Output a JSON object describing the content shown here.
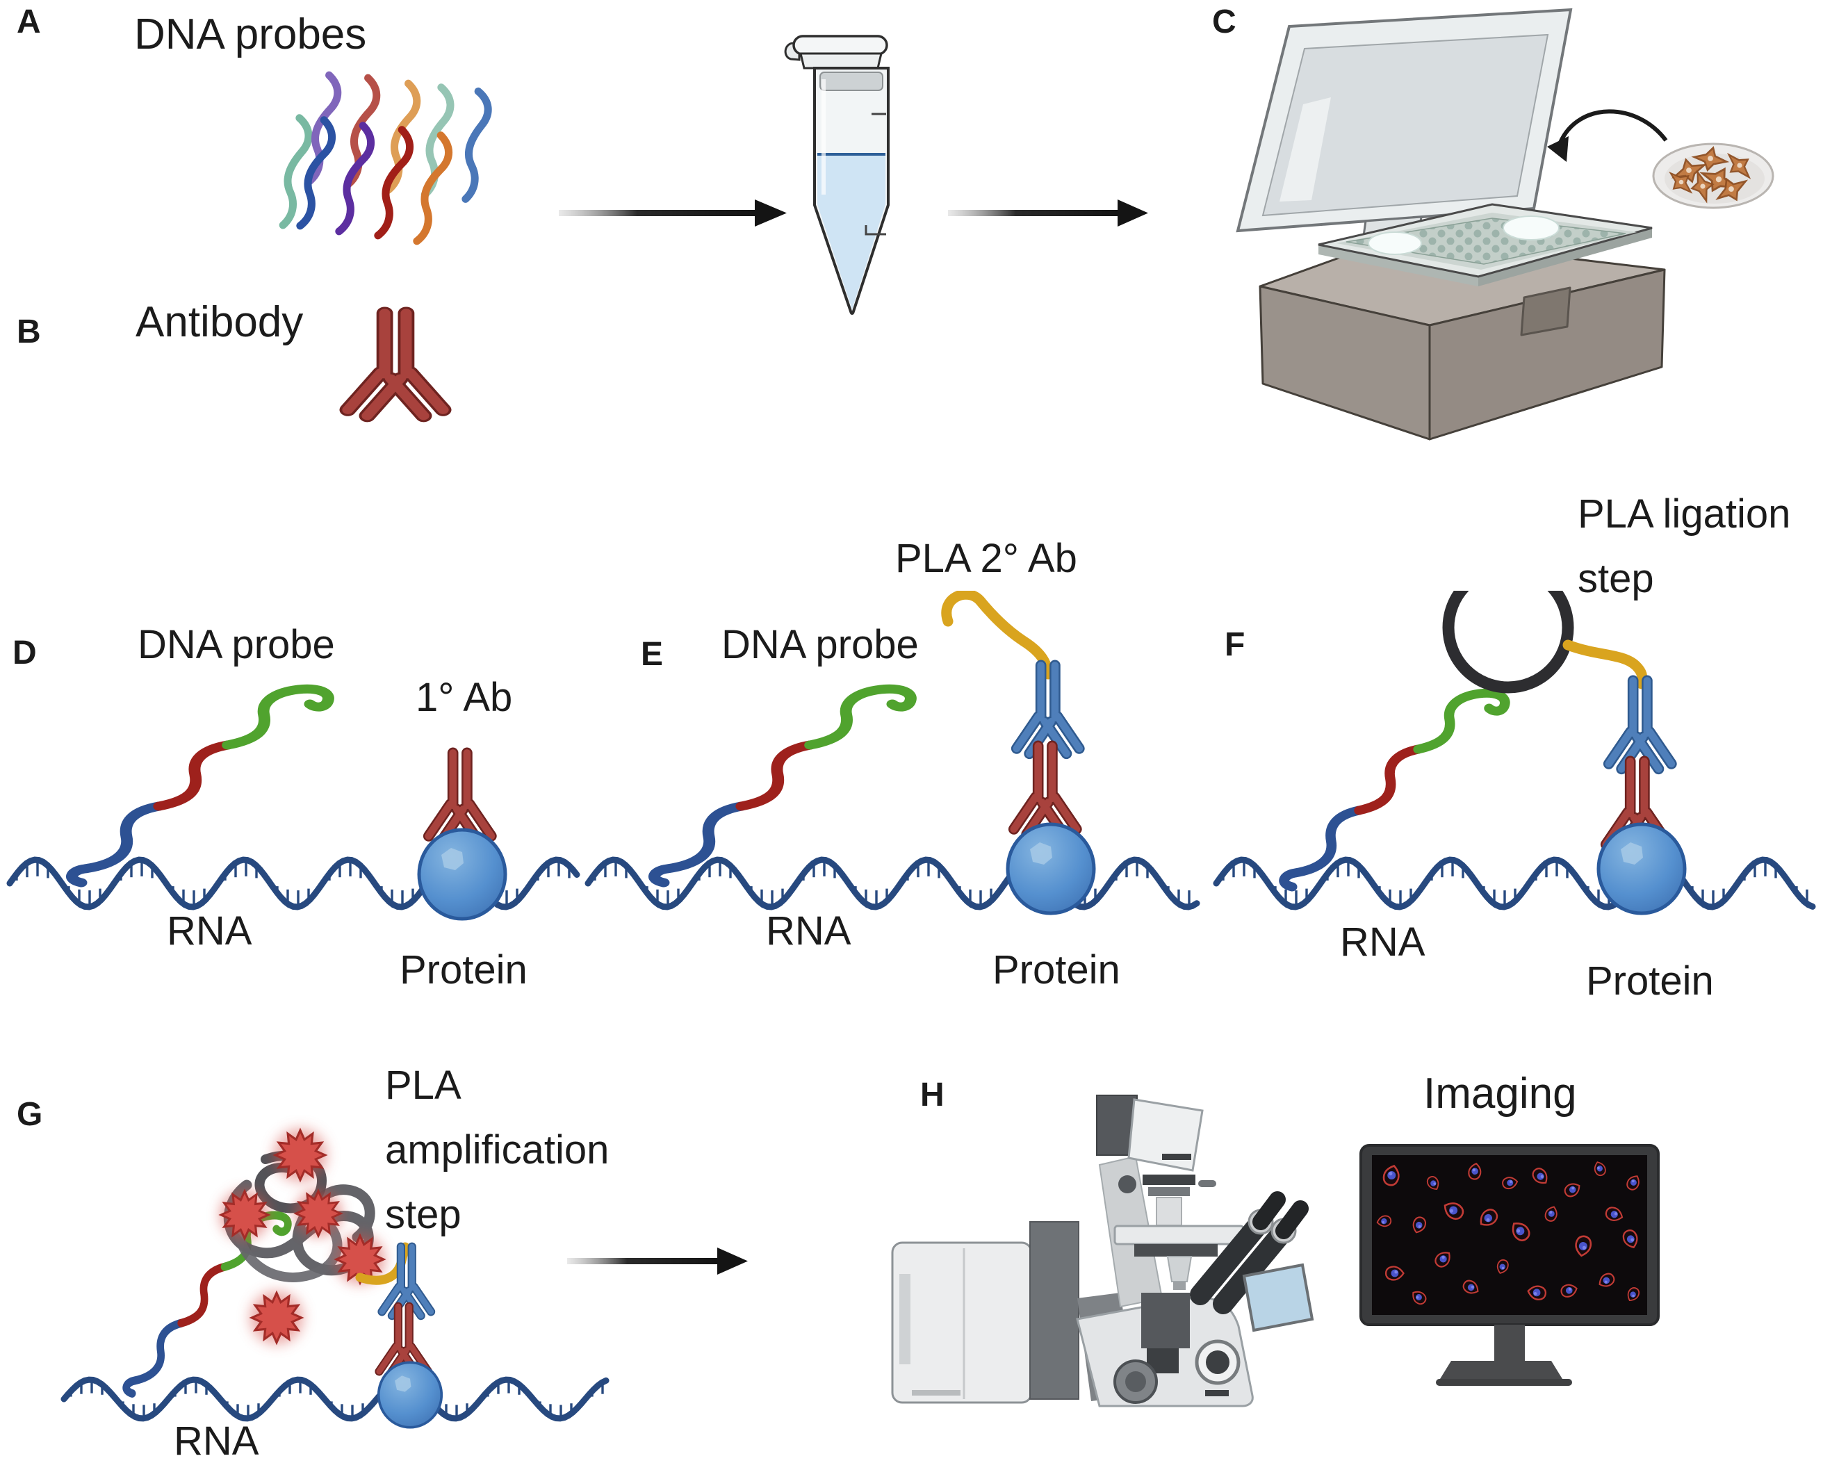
{
  "panel_a": {
    "letter": "A",
    "title": "DNA probes"
  },
  "panel_b": {
    "letter": "B",
    "title": "Antibody"
  },
  "panel_c": {
    "letter": "C"
  },
  "panel_d": {
    "letter": "D",
    "probe_label": "DNA probe",
    "antibody_label": "1° Ab",
    "rna_label": "RNA",
    "protein_label": "Protein"
  },
  "panel_e": {
    "letter": "E",
    "probe_label": "DNA probe",
    "antibody_label": "PLA 2° Ab",
    "rna_label": "RNA",
    "protein_label": "Protein"
  },
  "panel_f": {
    "letter": "F",
    "step_line1": "PLA ligation",
    "step_line2": "step",
    "rna_label": "RNA",
    "protein_label": "Protein"
  },
  "panel_g": {
    "letter": "G",
    "step_line1": "PLA",
    "step_line2": "amplification",
    "step_line3": "step",
    "rna_label": "RNA"
  },
  "panel_h": {
    "letter": "H",
    "imaging_label": "Imaging"
  },
  "colors": {
    "probe_blue": "#2d5193",
    "probe_red": "#9e211c",
    "probe_green": "#50a32e",
    "rna": "#27497f",
    "antibody_red": "#a8423d",
    "antibody_blue": "#4f7fba",
    "connector_yellow": "#d9a41f",
    "protein_blue": "#5590cf",
    "ligation_circle": "#2d2d30",
    "amplification_gray": "#5c5c61",
    "fluor_red": "#d6504a",
    "liquid_blue": "#cfe4f4",
    "chamber_gray": "#948b84",
    "cell_outline": "#c23b35",
    "cell_nucleus": "#4a55cc",
    "strands": [
      "#79b9a2",
      "#8066bb",
      "#2b52a3",
      "#b65048",
      "#5c2ea0",
      "#de9e56",
      "#a11f18",
      "#96c5b4",
      "#d4772e",
      "#4a77b8"
    ]
  }
}
